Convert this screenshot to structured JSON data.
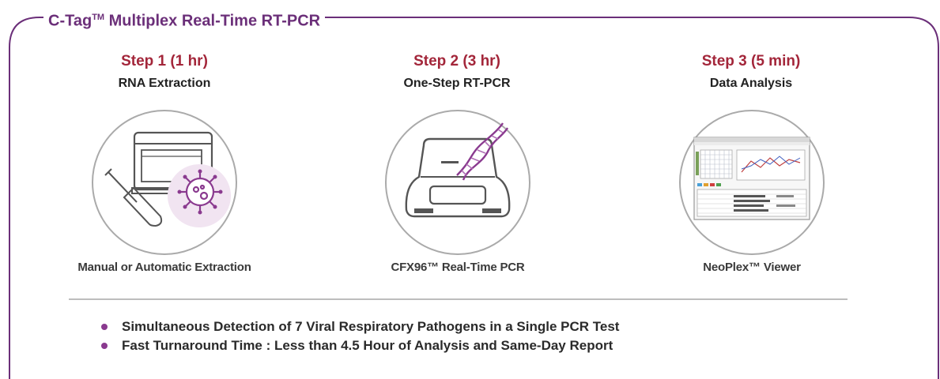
{
  "title": {
    "main": "C-Tag",
    "tm": "TM",
    "rest": " Multiplex Real-Time RT-PCR"
  },
  "steps": [
    {
      "title": "Step 1 (1 hr)",
      "subtitle": "RNA Extraction",
      "caption": "Manual or Automatic Extraction",
      "icon": "rna-extraction-icon"
    },
    {
      "title": "Step 2 (3 hr)",
      "subtitle": "One-Step RT-PCR",
      "caption": "CFX96™ Real-Time PCR",
      "icon": "pcr-machine-icon"
    },
    {
      "title": "Step 3 (5 min)",
      "subtitle": "Data Analysis",
      "caption": "NeoPlex™ Viewer",
      "icon": "viewer-software-icon"
    }
  ],
  "bullets": [
    "Simultaneous Detection of 7 Viral Respiratory Pathogens in a Single PCR Test",
    "Fast Turnaround Time : Less than 4.5 Hour of Analysis and Same-Day Report"
  ],
  "colors": {
    "frame": "#6b2f79",
    "step_title": "#a3263a",
    "accent": "#8a3a8f",
    "divider": "#bdbdbd"
  }
}
